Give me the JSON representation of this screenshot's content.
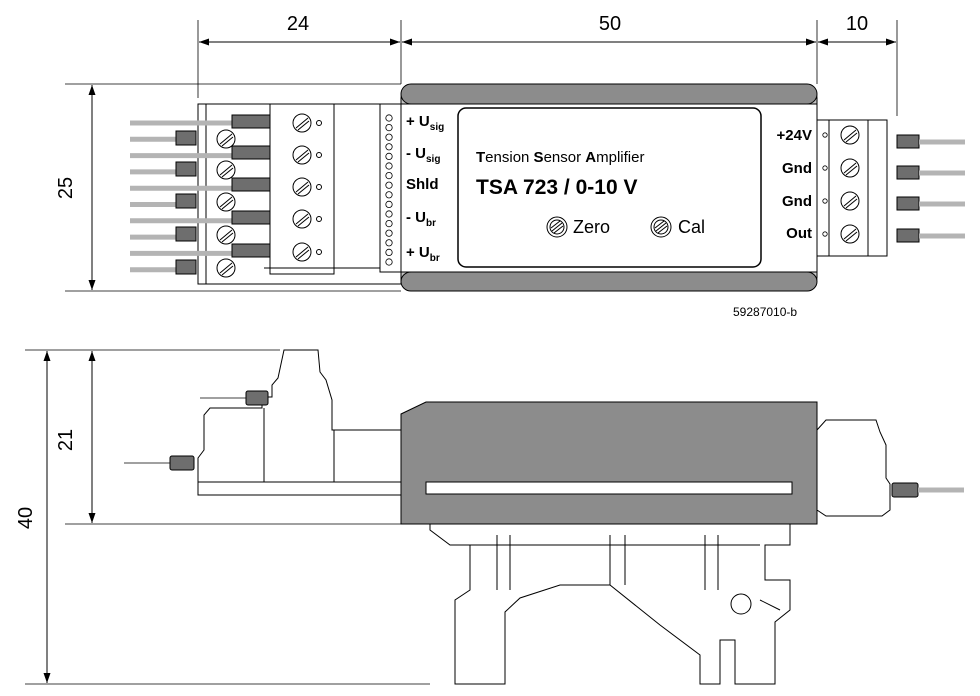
{
  "dimensions": {
    "width_left": "24",
    "width_mid": "50",
    "width_right": "10",
    "height_top": "25",
    "height_side": "21",
    "height_total": "40"
  },
  "module": {
    "title_parts": [
      {
        "cap": "T",
        "rest": "ension "
      },
      {
        "cap": "S",
        "rest": "ensor "
      },
      {
        "cap": "A",
        "rest": "mplifier"
      }
    ],
    "model": "TSA 723 / 0-10 V",
    "zero_label": "Zero",
    "cal_label": "Cal"
  },
  "input_terminals": [
    {
      "sign": "+ U",
      "sub": "sig"
    },
    {
      "sign": "- U",
      "sub": "sig"
    },
    {
      "sign": "Shld",
      "sub": ""
    },
    {
      "sign": "- U",
      "sub": "br"
    },
    {
      "sign": "+ U",
      "sub": "br"
    }
  ],
  "output_terminals": [
    "+24V",
    "Gnd",
    "Gnd",
    "Out"
  ],
  "part_number": "59287010-b",
  "colors": {
    "housing": "#8c8c8c",
    "housing_light": "#c4c4c4",
    "wire": "#b4b4b4",
    "plug": "#6e6e6e"
  }
}
